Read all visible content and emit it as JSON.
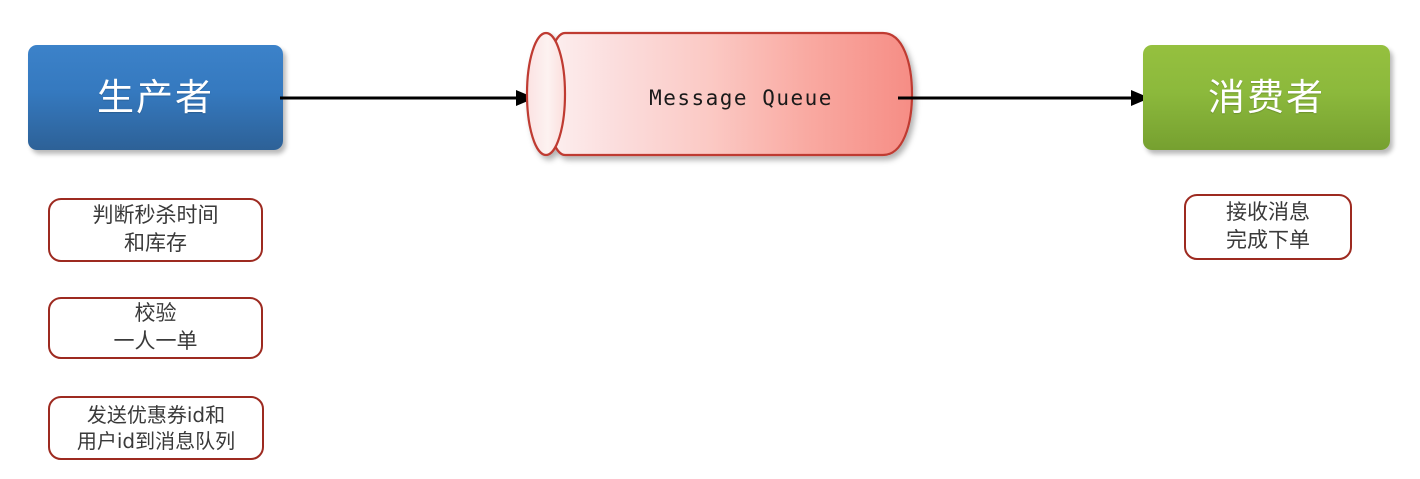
{
  "diagram": {
    "title": "Message Queue producer-consumer flow",
    "type": "flow-diagram",
    "background": "#ffffff"
  },
  "nodes": {
    "producer": {
      "label": "生产者",
      "shape": "rounded-rectangle",
      "fill_top": "#3c82c9",
      "fill_bottom": "#2d6197",
      "text_color": "#ffffff"
    },
    "queue": {
      "label": "Message Queue",
      "shape": "cylinder",
      "fill_left": "#fdeeee",
      "fill_right": "#f8968e",
      "stroke": "#c0392b",
      "text_color": "#1a1a1a"
    },
    "consumer": {
      "label": "消费者",
      "shape": "rounded-rectangle",
      "fill_top": "#95c03f",
      "fill_bottom": "#76a030",
      "text_color": "#ffffff"
    }
  },
  "arrows": [
    {
      "name": "producer-to-queue",
      "from": "producer",
      "to": "queue",
      "color": "#000000"
    },
    {
      "name": "queue-to-consumer",
      "from": "queue",
      "to": "consumer",
      "color": "#000000"
    }
  ],
  "notes": {
    "border_color": "#9d2a20",
    "text_color": "#3a3a3a",
    "producer_side": [
      {
        "name": "check-time-stock",
        "lines": [
          "判断秒杀时间",
          "和库存"
        ]
      },
      {
        "name": "one-person-one-order",
        "lines": [
          "校验",
          "一人一单"
        ]
      },
      {
        "name": "send-to-mq",
        "lines": [
          "发送优惠券id和",
          "用户id到消息队列"
        ]
      }
    ],
    "consumer_side": [
      {
        "name": "receive-and-order",
        "lines": [
          "接收消息",
          "完成下单"
        ]
      }
    ]
  }
}
